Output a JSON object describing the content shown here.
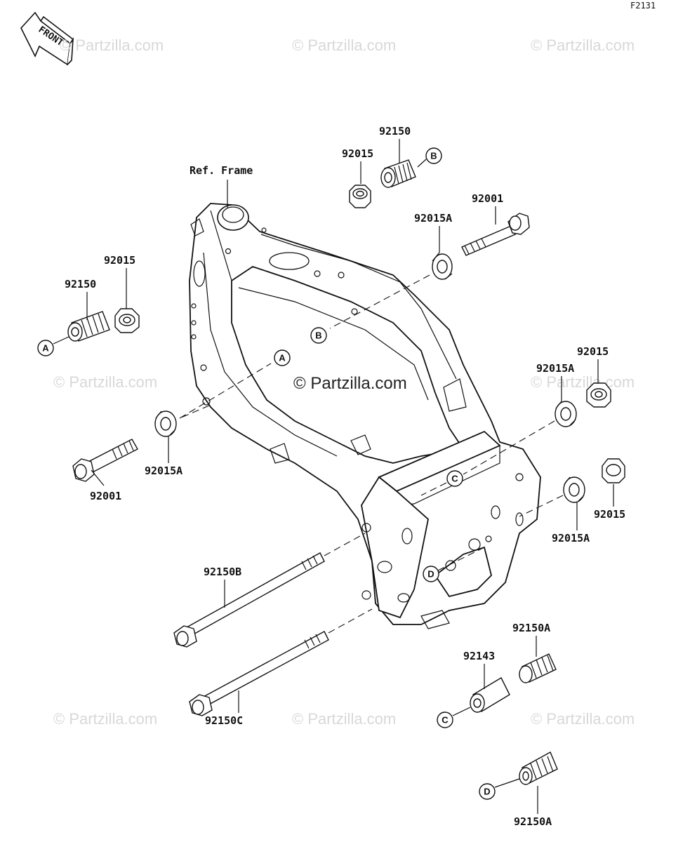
{
  "figure_code": "F2131",
  "front_label": "FRONT",
  "watermark": "© Partzilla.com",
  "center_watermark": "© Partzilla.com",
  "ref_frame_label": "Ref. Frame",
  "part_numbers": {
    "nut_top": "92015",
    "bushing_top": "92150",
    "bolt_top": "92001",
    "collar_top": "92015A",
    "nut_left": "92015",
    "bushing_left": "92150",
    "collar_left": "92015A",
    "bolt_left": "92001",
    "collar_right_upper": "92015A",
    "nut_right_upper": "92015",
    "nut_right_lower": "92015",
    "collar_right_lower": "92015A",
    "long_bolt_b": "92150B",
    "long_bolt_c": "92150C",
    "bushing_a_upper": "92150A",
    "spacer": "92143",
    "bushing_a_lower": "92150A"
  },
  "callouts": {
    "a": "A",
    "b": "B",
    "c": "C",
    "d": "D"
  }
}
